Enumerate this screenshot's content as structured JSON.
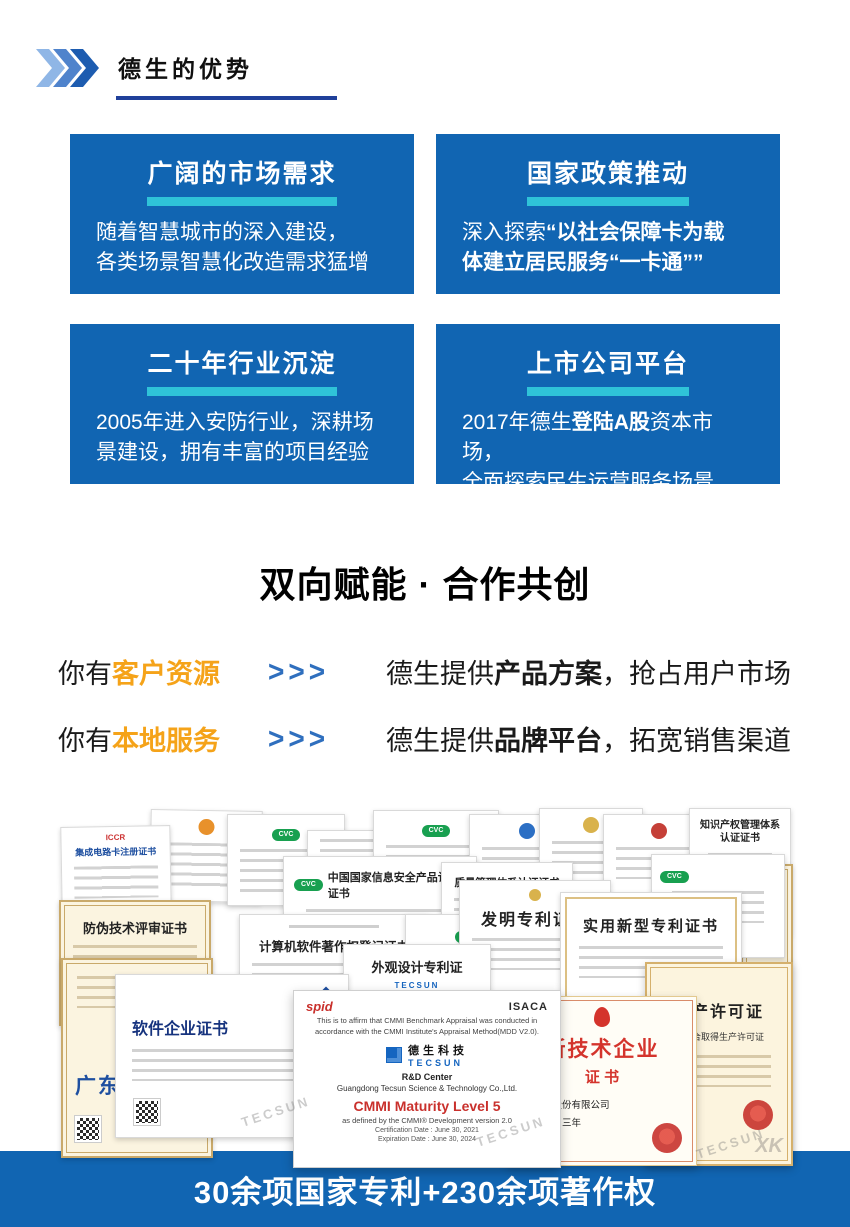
{
  "header": {
    "title": "德生的优势"
  },
  "advantages": {
    "card1": {
      "title": "广阔的市场需求",
      "pre": "随着智慧城市的深入建设，\n各类场景智慧化改造需求猛增",
      "bold": "",
      "post": ""
    },
    "card2": {
      "title": "国家政策推动",
      "pre": "深入探索",
      "bold": "“以社会保障卡为载\n体建立居民服务“一卡通””",
      "post": ""
    },
    "card3": {
      "title": "二十年行业沉淀",
      "pre": "2005年进入安防行业，深耕场\n景建设，拥有丰富的项目经验",
      "bold": "",
      "post": ""
    },
    "card4": {
      "title": "上市公司平台",
      "pre": "2017年德生",
      "bold": "登陆A股",
      "post": "资本市场，\n全面探索民生运营服务场景"
    }
  },
  "cooperation": {
    "title": "双向赋能 · 合作共创",
    "row1": {
      "prefix": "你有",
      "highlight": "客户资源",
      "arrows": ">>>",
      "right_pre": "德生提供",
      "right_bold": "产品方案",
      "right_post": "，抢占用户市场"
    },
    "row2": {
      "prefix": "你有",
      "highlight": "本地服务",
      "arrows": ">>>",
      "right_pre": "德生提供",
      "right_bold": "品牌平台",
      "right_post": "，拓宽销售渠道"
    }
  },
  "certificates": {
    "cvc_logo": "CVC",
    "icc": {
      "logo": "ICCR",
      "title": "集成电路卡注册证书"
    },
    "anti_counterfeit": {
      "title": "防伪技术评审证书"
    },
    "copyright": {
      "title": "计算机软件著作权登记证书"
    },
    "info_security": {
      "title": "中国国家信息安全产品认证证书"
    },
    "quality": {
      "title": "质量管理体系认证证书"
    },
    "invention": {
      "title": "发明专利证书"
    },
    "utility": {
      "title": "实用新型专利证书"
    },
    "ipr": {
      "title": "知识产权管理体系认证证书"
    },
    "design": {
      "title": "外观设计专利证",
      "brand": "TECSUN"
    },
    "software_enterprise": {
      "title": "软件企业证书"
    },
    "guangdong": {
      "text": "广东"
    },
    "cmmi": {
      "brand_left": "spid",
      "brand_right": "ISACA",
      "line1": "This is to affirm that CMMI Benchmark Appraisal was conducted in",
      "line2": "accordance with the CMMI Institute's Appraisal Method(MDD V2.0).",
      "logo_cn": "德生科技",
      "logo_en": "TECSUN",
      "dept": "R&D Center",
      "company": "Guangdong Tecsun Science & Technology Co.,Ltd.",
      "level": "CMMI Maturity Level 5",
      "level_sub": "as defined by the CMMI® Development version 2.0",
      "cert_date": "Certification Date : June 30, 2021",
      "exp_date": "Expiration Date : June 30, 2024"
    },
    "hightech": {
      "title": "新技术企业",
      "subtitle": "证 书",
      "company": "生科技股份有限公司",
      "validity": "有效期：三年"
    },
    "license": {
      "title": "生产许可证",
      "subtitle": "品符合取得生产许可证",
      "mark": "XK"
    },
    "watermark": "TECSUN"
  },
  "footer": {
    "text": "30余项国家专利+230余项著作权"
  }
}
